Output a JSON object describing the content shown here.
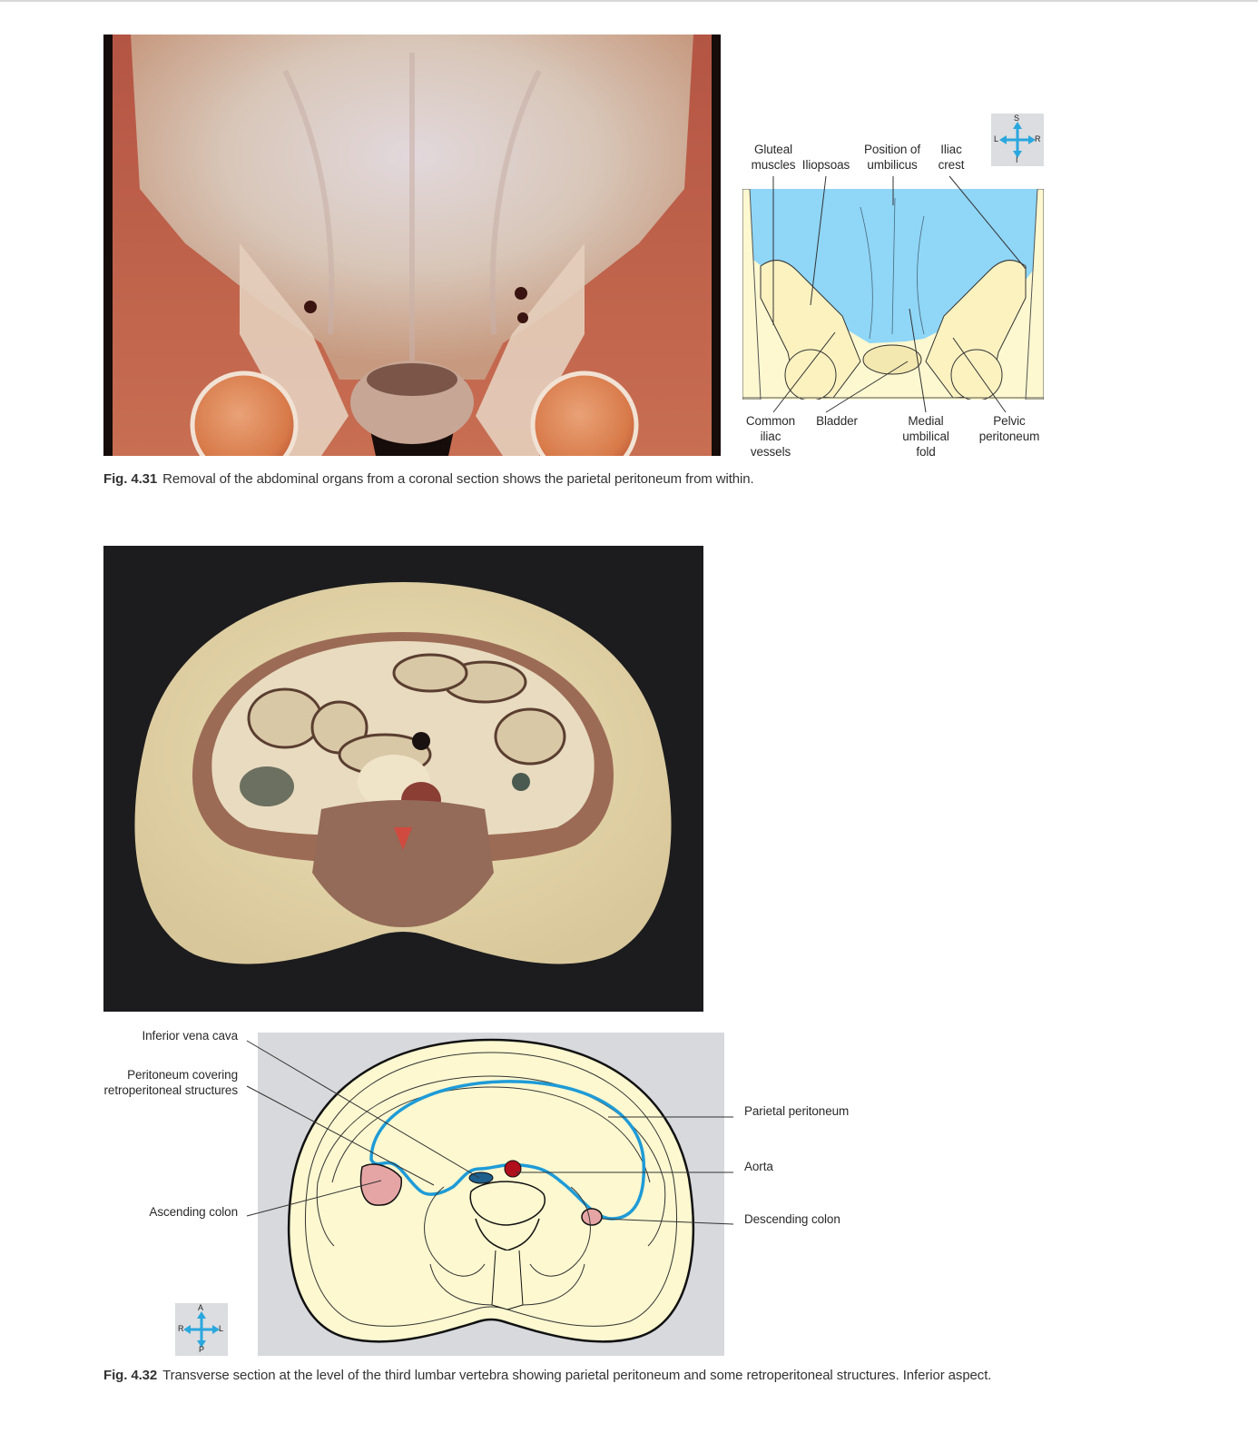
{
  "figures": [
    {
      "number": "Fig. 4.31",
      "caption": "Removal of the abdominal organs from a coronal section shows the parietal peritoneum from within.",
      "compass": {
        "top": "S",
        "bottom": "I",
        "left": "L",
        "right": "R"
      },
      "labels": {
        "gluteal_muscles": "Gluteal muscles",
        "iliopsoas": "Iliopsoas",
        "position_of_umbilicus": "Position of umbilicus",
        "iliac_crest": "Iliac crest",
        "common_iliac_vessels": "Common iliac vessels",
        "bladder": "Bladder",
        "medial_umbilical_fold": "Medial umbilical fold",
        "pelvic_peritoneum": "Pelvic peritoneum"
      }
    },
    {
      "number": "Fig. 4.32",
      "caption": "Transverse section at the level of the third lumbar vertebra showing parietal peritoneum and some retroperitoneal structures. Inferior aspect.",
      "compass": {
        "top": "A",
        "bottom": "P",
        "left": "R",
        "right": "L"
      },
      "labels": {
        "inferior_vena_cava": "Inferior vena cava",
        "peritoneum_covering": "Peritoneum covering retroperitoneal structures",
        "ascending_colon": "Ascending colon",
        "parietal_peritoneum": "Parietal peritoneum",
        "aorta": "Aorta",
        "descending_colon": "Descending colon"
      }
    }
  ],
  "colors": {
    "peritoneum_blue": "#1e9bd7",
    "diagram_fill": "#fdf8d0",
    "diagram_bg": "#d7d9dd",
    "cavity_blue": "#8fd6f7",
    "aorta_red": "#b0101c",
    "compass_blue": "#2aa7de"
  }
}
